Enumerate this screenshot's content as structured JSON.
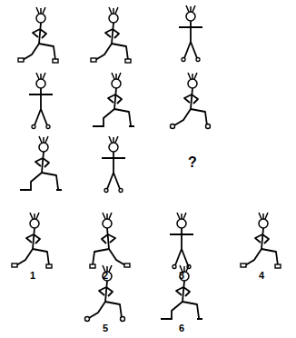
{
  "diagram": {
    "labels": [
      "?",
      "1",
      "2",
      "3",
      "4",
      "5",
      "6"
    ]
  }
}
